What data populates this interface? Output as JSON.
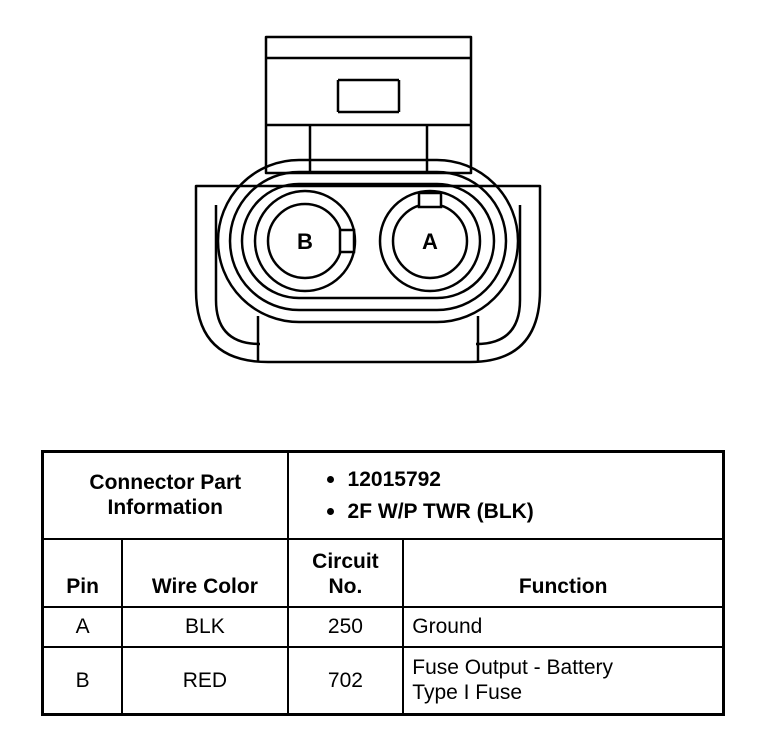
{
  "connector": {
    "pin_b_label": "B",
    "pin_a_label": "A"
  },
  "part_info": {
    "heading_line1": "Connector Part",
    "heading_line2": "Information",
    "items": [
      "12015792",
      "2F W/P TWR (BLK)"
    ]
  },
  "columns": {
    "pin": "Pin",
    "wire_color": "Wire Color",
    "circuit_line1": "Circuit",
    "circuit_line2": "No.",
    "function": "Function"
  },
  "rows": [
    {
      "pin": "A",
      "wire_color": "BLK",
      "circuit": "250",
      "function_line1": "Ground",
      "function_line2": ""
    },
    {
      "pin": "B",
      "wire_color": "RED",
      "circuit": "702",
      "function_line1": "Fuse Output - Battery",
      "function_line2": "Type I Fuse"
    }
  ]
}
